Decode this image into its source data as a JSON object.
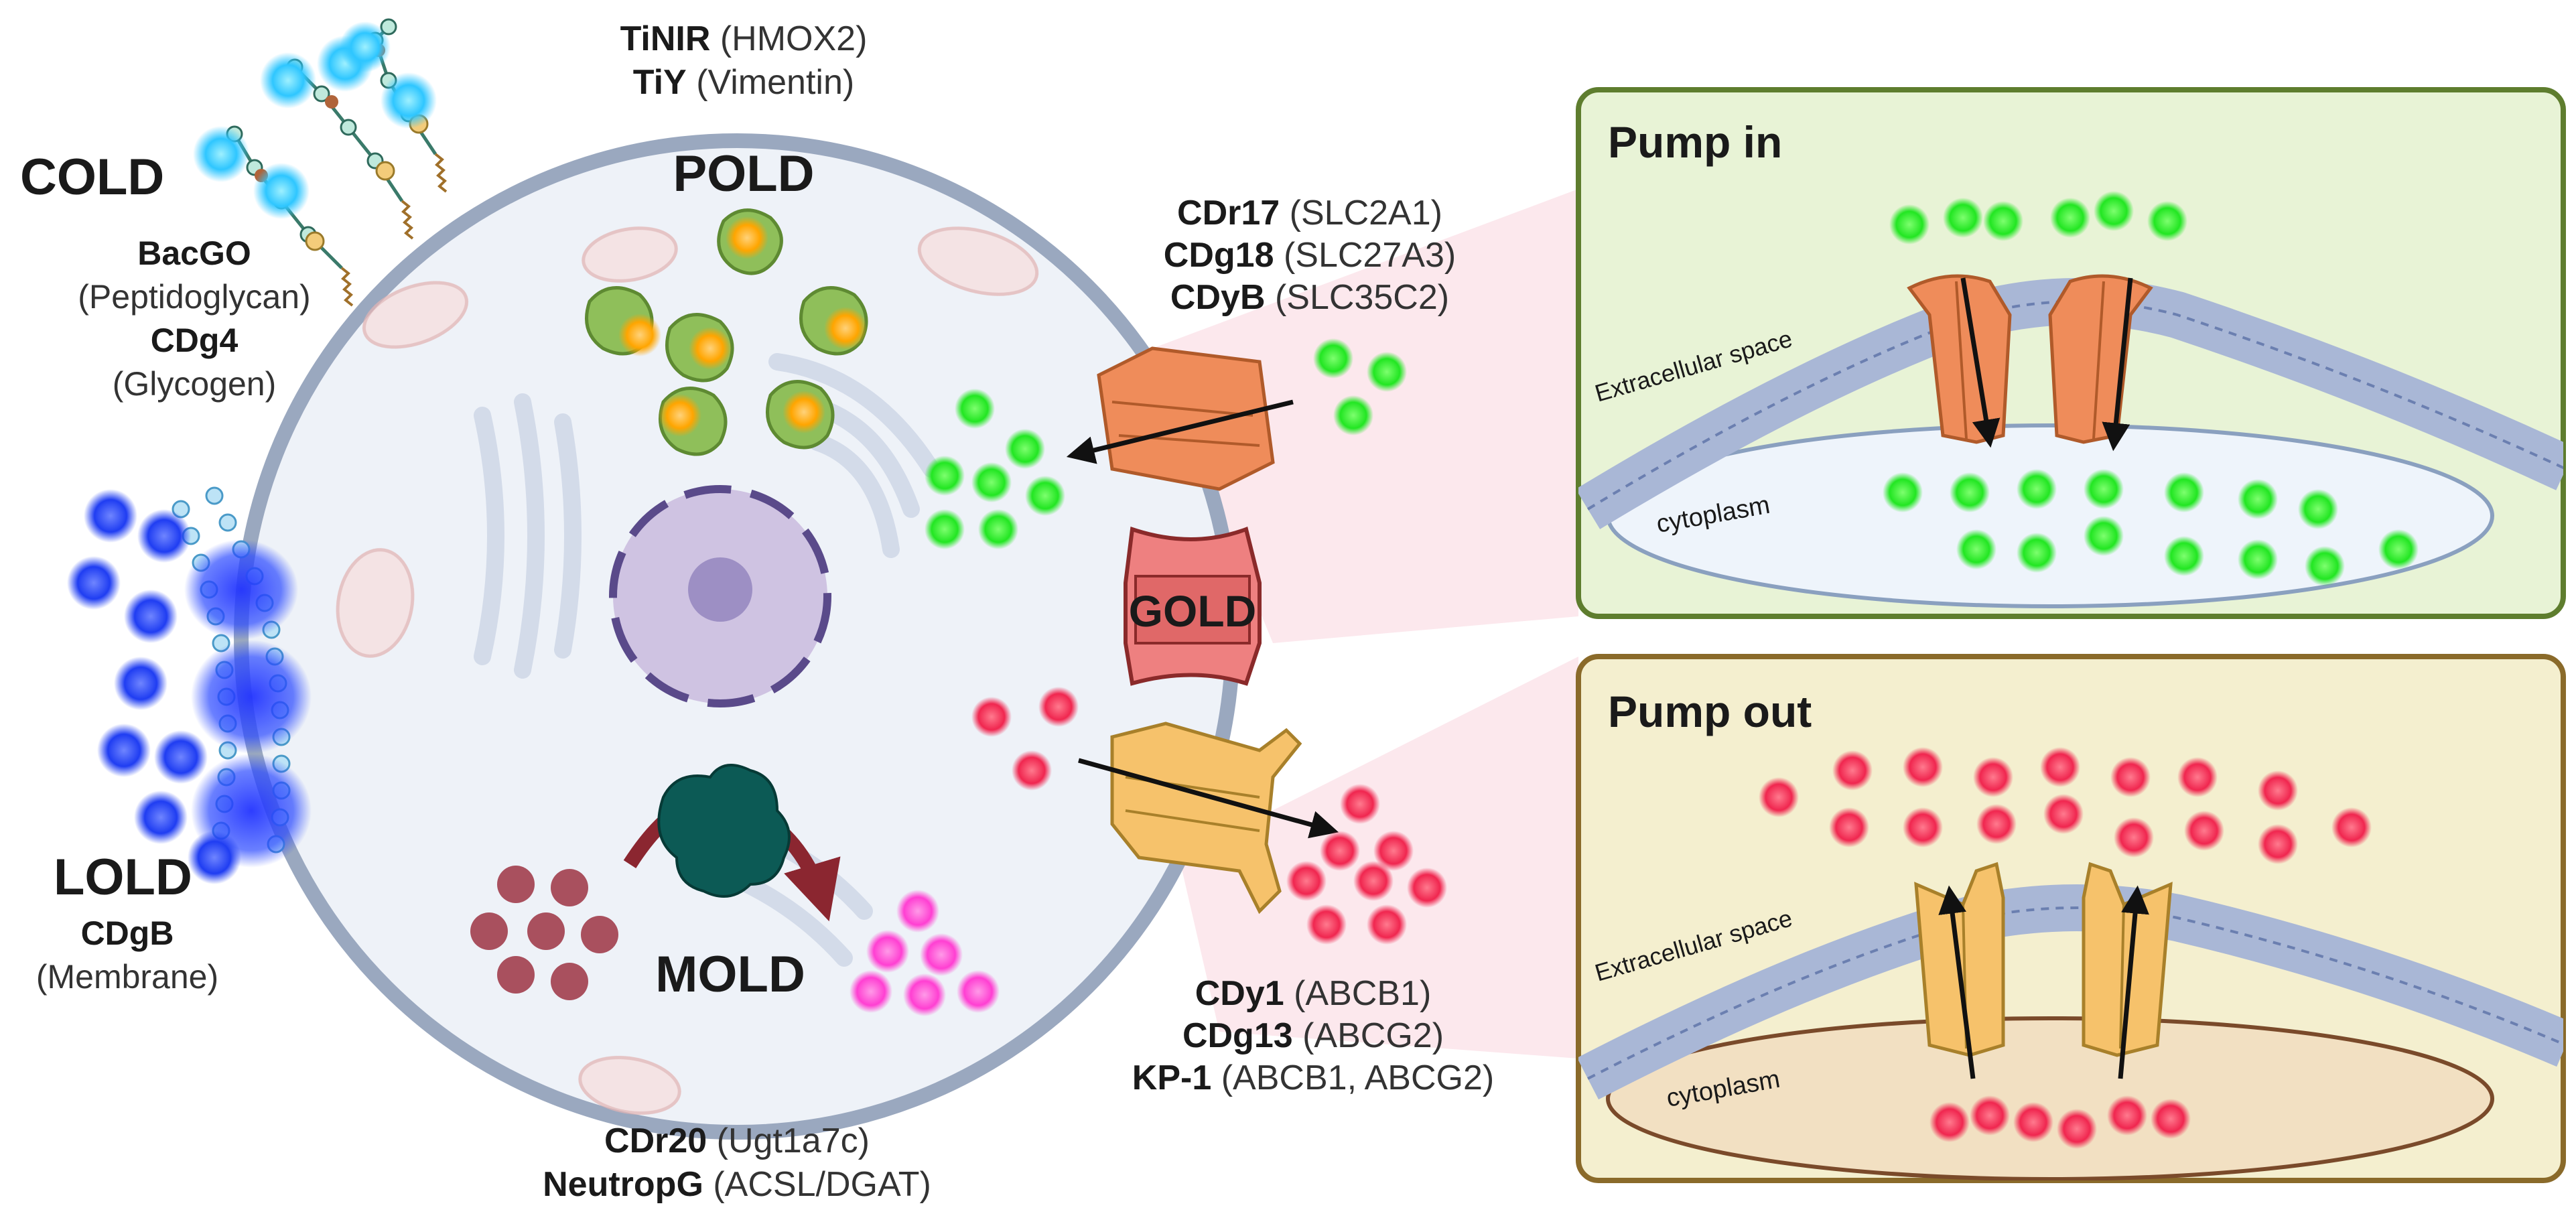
{
  "colors": {
    "cell_fill": "#eef2f8",
    "cell_border": "#9aa8bf",
    "green_dot": "#22e622",
    "red_dot": "#f0264f",
    "blue_dot": "#1f3df2",
    "magenta_dot": "#ff3fd2",
    "maroon_dot": "#a9505e",
    "orange_probe": "#ffa500",
    "pump_in_bg": "#e8f3d6",
    "pump_in_border": "#5e7d2e",
    "pump_out_bg": "#f4efcf",
    "pump_out_border": "#8a6a2a",
    "transporter_in": "#ef8c5a",
    "transporter_out": "#f6c26b",
    "gold_channel": "#ee8080",
    "enzyme": "#0c5a55",
    "arc_arrow": "#8b2630"
  },
  "cell": {
    "top_labels": [
      {
        "bold": "TiNIR",
        "normal": " (HMOX2)"
      },
      {
        "bold": "TiY",
        "normal": " (Vimentin)"
      }
    ],
    "pold": "POLD",
    "mold": "MOLD",
    "gold": "GOLD",
    "bottom_labels": [
      {
        "bold": "CDr20",
        "normal": " (Ugt1a7c)"
      },
      {
        "bold": "NeutropG",
        "normal": " (ACSL/DGAT)"
      }
    ]
  },
  "cold": {
    "title": "COLD",
    "lines": [
      {
        "bold": "BacGO",
        "normal": ""
      },
      {
        "bold": "",
        "normal": "(Peptidoglycan)"
      },
      {
        "bold": "CDg4",
        "normal": ""
      },
      {
        "bold": "",
        "normal": "(Glycogen)"
      }
    ]
  },
  "lold": {
    "title": "LOLD",
    "lines": [
      {
        "bold": "CDgB",
        "normal": ""
      },
      {
        "bold": "",
        "normal": "(Membrane)"
      }
    ]
  },
  "pump_in_probes": [
    {
      "bold": "CDr17",
      "normal": " (SLC2A1)"
    },
    {
      "bold": "CDg18",
      "normal": " (SLC27A3)"
    },
    {
      "bold": "CDyB",
      "normal": " (SLC35C2)"
    }
  ],
  "pump_out_probes": [
    {
      "bold": "CDy1",
      "normal": " (ABCB1)"
    },
    {
      "bold": "CDg13",
      "normal": " (ABCG2)"
    },
    {
      "bold": "KP-1",
      "normal": " (ABCB1, ABCG2)"
    }
  ],
  "panel_in": {
    "title": "Pump in",
    "extracellular": "Extracellular space",
    "cytoplasm": "cytoplasm"
  },
  "panel_out": {
    "title": "Pump out",
    "extracellular": "Extracellular space",
    "cytoplasm": "cytoplasm"
  }
}
